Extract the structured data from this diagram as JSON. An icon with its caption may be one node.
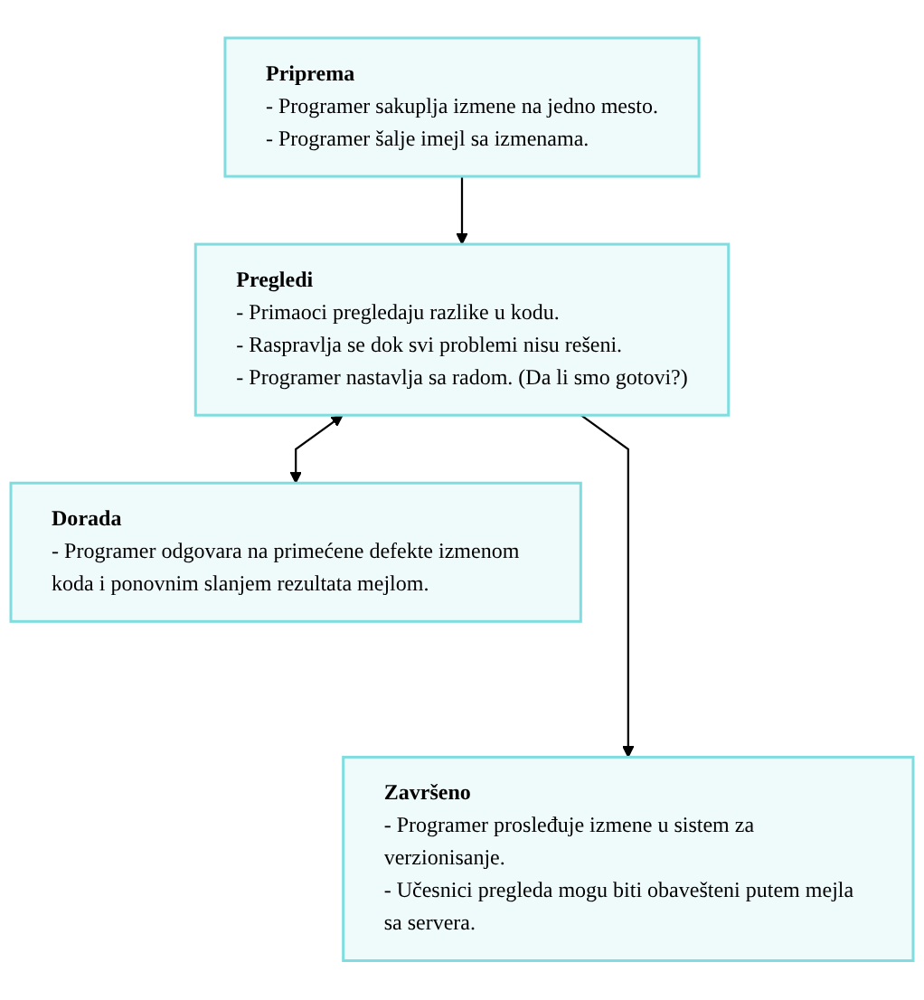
{
  "diagram": {
    "nodes": [
      {
        "text": [
          "Priprema",
          "- Programer sakuplja izmene na jedno mesto.",
          "- Programer šalje imejl sa izmenama."
        ]
      },
      {
        "text": [
          "Pregledi",
          "- Primaoci pregledaju razlike u kodu.",
          "- Raspravlja se dok svi problemi nisu rešeni.",
          "- Programer nastavlja sa radom. (Da li smo gotovi?)"
        ]
      },
      {
        "text": [
          "Dorada",
          "- Programer odgovara na primećene defekte izmenom koda i ponovnim slanjem rezultata mejlom."
        ]
      },
      {
        "text": [
          "Završeno",
          "- Programer prosleđuje izmene u sistem za verzionisanje.",
          "- Učesnici pregleda mogu biti obavešteni putem mejla sa servera."
        ]
      }
    ],
    "edges": [
      {
        "from": 0,
        "to": 1,
        "arrow": "to"
      },
      {
        "from": 1,
        "to": 2,
        "arrow": "both"
      },
      {
        "from": 1,
        "to": 3,
        "arrow": "to"
      }
    ]
  }
}
